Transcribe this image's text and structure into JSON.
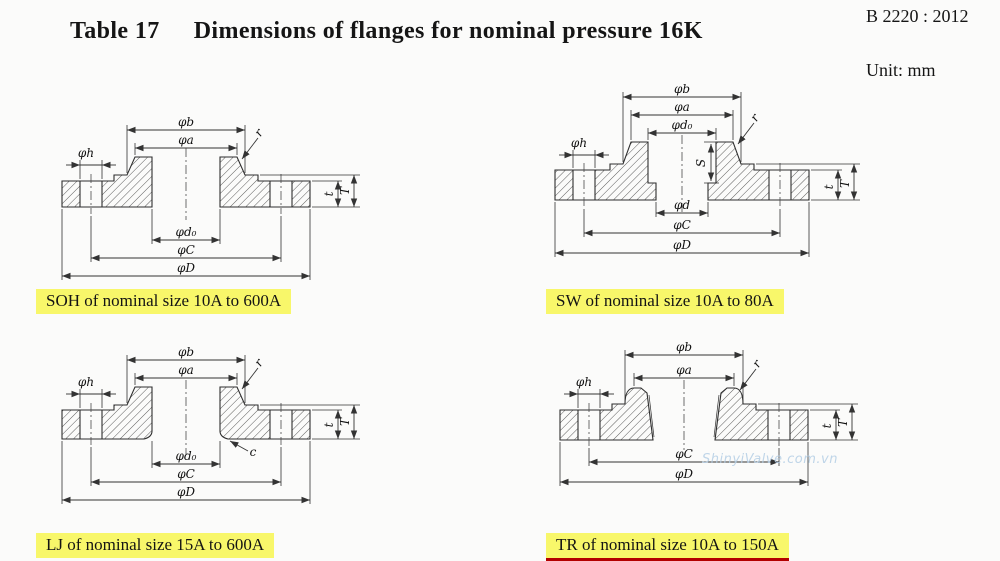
{
  "page": {
    "table_label": "Table 17",
    "title": "Dimensions of flanges for nominal pressure 16K",
    "standard_ref": "B 2220 : 2012",
    "unit_label": "Unit: mm",
    "watermark": "ShinyiValve.com.vn"
  },
  "diagrams": [
    {
      "id": "soh",
      "caption": "SOH of nominal size 10A to 600A",
      "labels": {
        "phi_h": "φh",
        "phi_b": "φb",
        "phi_a": "φa",
        "r": "r",
        "t": "t",
        "T": "T",
        "phi_d0": "φd₀",
        "phi_C": "φC",
        "phi_D": "φD"
      }
    },
    {
      "id": "sw",
      "caption": "SW of nominal size 10A to 80A",
      "labels": {
        "phi_b": "φb",
        "phi_a": "φa",
        "phi_d0": "φd₀",
        "phi_h": "φh",
        "r": "r",
        "S": "S",
        "t": "t",
        "T": "T",
        "phi_d": "φd",
        "phi_C": "φC",
        "phi_D": "φD"
      }
    },
    {
      "id": "lj",
      "caption": "LJ of nominal size 15A to 600A",
      "labels": {
        "phi_h": "φh",
        "phi_b": "φb",
        "phi_a": "φa",
        "r": "r",
        "t": "t",
        "T": "T",
        "phi_d0": "φd₀",
        "c": "c",
        "phi_C": "φC",
        "phi_D": "φD"
      }
    },
    {
      "id": "tr",
      "caption": "TR of nominal size 10A to 150A",
      "labels": {
        "phi_h": "φh",
        "phi_b": "φb",
        "phi_a": "φa",
        "r": "r",
        "t": "t",
        "T": "T",
        "phi_C": "φC",
        "phi_D": "φD"
      }
    }
  ]
}
